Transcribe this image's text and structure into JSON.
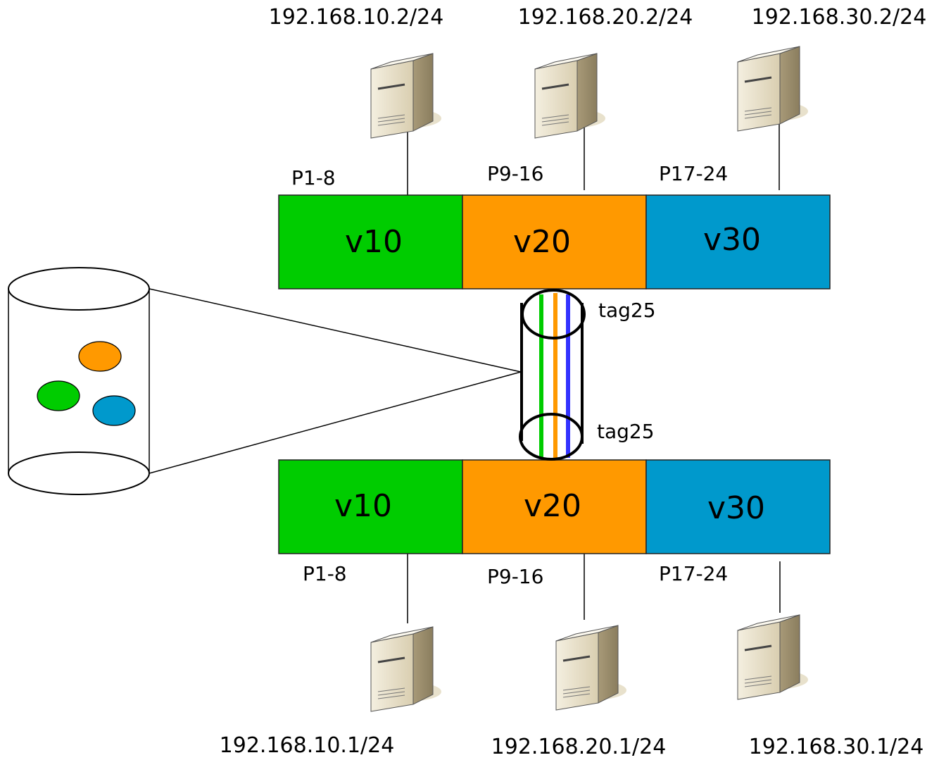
{
  "diagram": {
    "top_switch": {
      "vlans": [
        {
          "label": "v10",
          "color": "#00cc00"
        },
        {
          "label": "v20",
          "color": "#ff9900"
        },
        {
          "label": "v30",
          "color": "#0099cc"
        }
      ],
      "ports": [
        "P1-8",
        "P9-16",
        "P17-24"
      ],
      "hosts": [
        "192.168.10.2/24",
        "192.168.20.2/24",
        "192.168.30.2/24"
      ]
    },
    "bottom_switch": {
      "vlans": [
        {
          "label": "v10",
          "color": "#00cc00"
        },
        {
          "label": "v20",
          "color": "#ff9900"
        },
        {
          "label": "v30",
          "color": "#0099cc"
        }
      ],
      "ports": [
        "P1-8",
        "P9-16",
        "P17-24"
      ],
      "hosts": [
        "192.168.10.1/24",
        "192.168.20.1/24",
        "192.168.30.1/24"
      ]
    },
    "trunk": {
      "top_tag": "tag25",
      "bottom_tag": "tag25",
      "wire_colors": [
        "#00cc00",
        "#ff9900",
        "#3333ff"
      ]
    },
    "icons": {
      "server": "server-icon",
      "cylinder": "trunk-cylinder-icon"
    }
  }
}
